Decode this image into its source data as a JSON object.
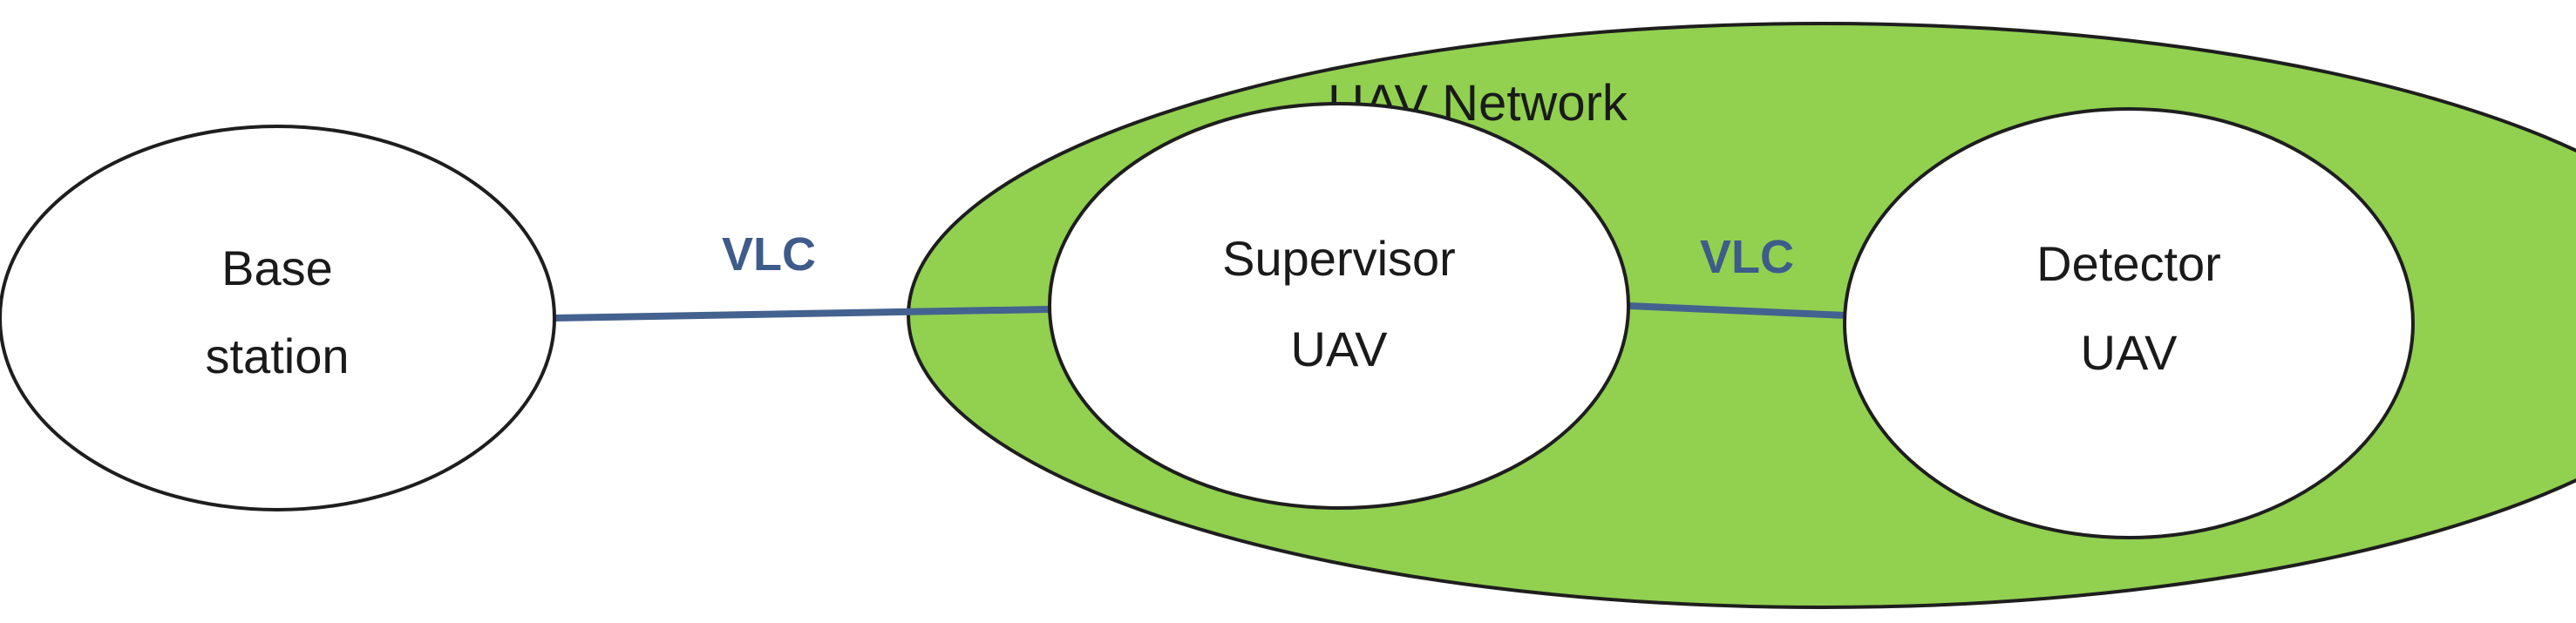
{
  "diagram": {
    "network": {
      "label": "UAV Network",
      "fill_color": "#92d050"
    },
    "base_station": {
      "line1": "Base",
      "line2": "station"
    },
    "supervisor": {
      "line1": "Supervisor",
      "line2": "UAV"
    },
    "detector": {
      "line1": "Detector",
      "line2": "UAV"
    },
    "links": [
      {
        "label": "VLC",
        "from": "Base station",
        "to": "Supervisor UAV"
      },
      {
        "label": "VLC",
        "from": "Supervisor UAV",
        "to": "Detector UAV"
      }
    ],
    "link_color": "#44628f",
    "link_label_color": "#3e5c8a"
  }
}
